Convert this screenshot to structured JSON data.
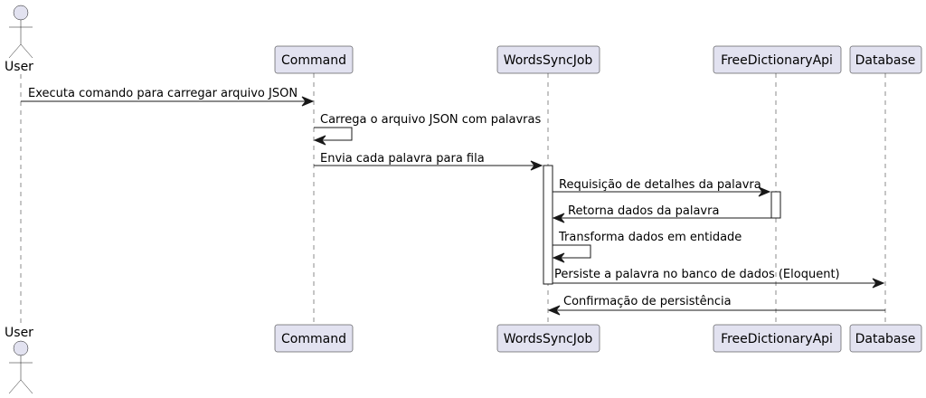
{
  "diagram": {
    "type": "sequence",
    "colors": {
      "participant_fill": "#e2e2f0",
      "stroke": "#181818",
      "text": "#000000",
      "background": "#ffffff"
    },
    "actor": {
      "label": "User",
      "shape": "stick-figure"
    },
    "participants": [
      {
        "id": "command",
        "label": "Command"
      },
      {
        "id": "job",
        "label": "WordsSyncJob"
      },
      {
        "id": "api",
        "label": "FreeDictionaryApi"
      },
      {
        "id": "db",
        "label": "Database"
      }
    ],
    "messages": [
      {
        "id": "m1",
        "from": "user",
        "to": "command",
        "label": "Executa comando para carregar arquivo JSON"
      },
      {
        "id": "m2",
        "from": "command",
        "to": "command",
        "label": "Carrega o arquivo JSON com palavras"
      },
      {
        "id": "m3",
        "from": "command",
        "to": "job",
        "label": "Envia cada palavra para fila"
      },
      {
        "id": "m4",
        "from": "job",
        "to": "api",
        "label": "Requisição de detalhes da palavra"
      },
      {
        "id": "m5",
        "from": "api",
        "to": "job",
        "label": "Retorna dados da palavra"
      },
      {
        "id": "m6",
        "from": "job",
        "to": "job",
        "label": "Transforma dados em entidade"
      },
      {
        "id": "m7",
        "from": "job",
        "to": "db",
        "label": "Persiste a palavra no banco de dados (Eloquent)"
      },
      {
        "id": "m8",
        "from": "db",
        "to": "job",
        "label": "Confirmação de persistência"
      }
    ]
  }
}
